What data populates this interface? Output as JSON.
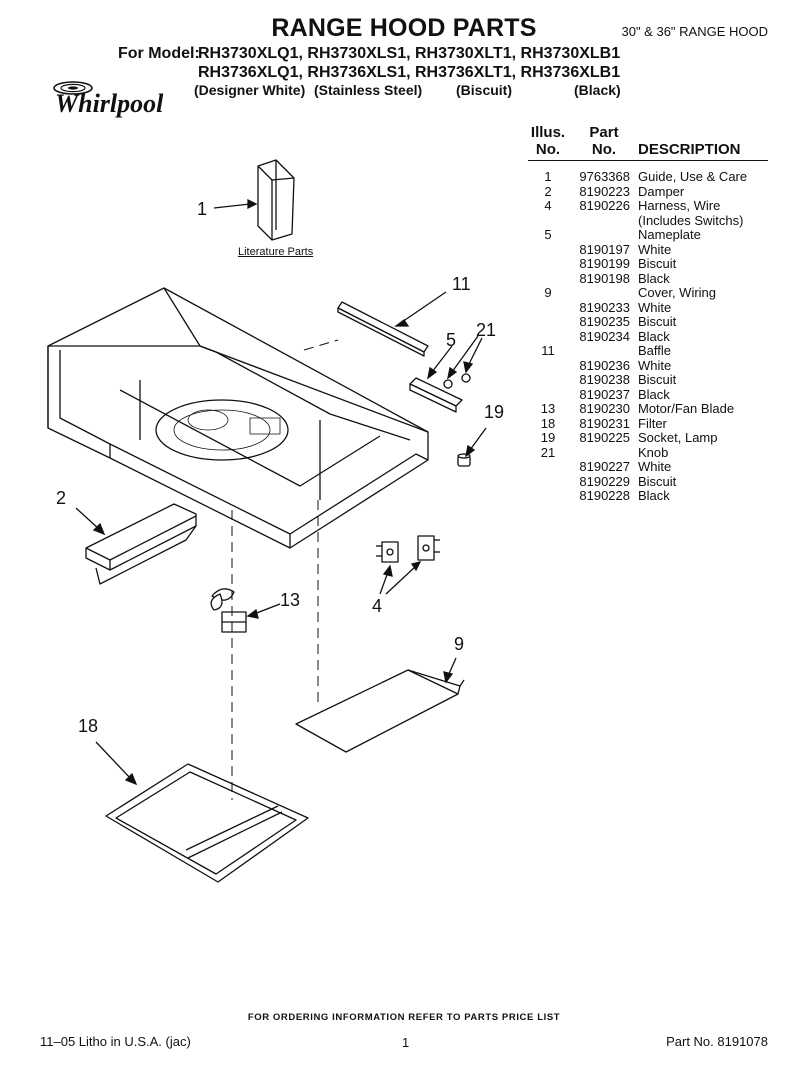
{
  "header": {
    "title": "RANGE HOOD PARTS",
    "subtitle": "30\" & 36\" RANGE HOOD",
    "for_model_label": "For Model:",
    "model_line_1": "RH3730XLQ1, RH3730XLS1, RH3730XLT1, RH3730XLB1",
    "model_line_2": "RH3736XLQ1, RH3736XLS1, RH3736XLT1, RH3736XLB1",
    "finishes": [
      "(Designer White)",
      "(Stainless Steel)",
      "(Biscuit)",
      "(Black)"
    ],
    "brand": "Whirlpool"
  },
  "parts_table": {
    "headers": {
      "illus_line1": "Illus.",
      "illus_line2": "No.",
      "part_line1": "Part",
      "part_line2": "No.",
      "description": "DESCRIPTION"
    },
    "rows": [
      {
        "illus": "1",
        "part": "9763368",
        "desc": "Guide, Use & Care"
      },
      {
        "illus": "2",
        "part": "8190223",
        "desc": "Damper"
      },
      {
        "illus": "4",
        "part": "8190226",
        "desc": "Harness, Wire"
      },
      {
        "illus": "",
        "part": "",
        "desc": "(Includes Switchs)"
      },
      {
        "illus": "5",
        "part": "",
        "desc": "Nameplate"
      },
      {
        "illus": "",
        "part": "8190197",
        "desc": "White"
      },
      {
        "illus": "",
        "part": "8190199",
        "desc": "Biscuit"
      },
      {
        "illus": "",
        "part": "8190198",
        "desc": "Black"
      },
      {
        "illus": "9",
        "part": "",
        "desc": "Cover, Wiring"
      },
      {
        "illus": "",
        "part": "8190233",
        "desc": "White"
      },
      {
        "illus": "",
        "part": "8190235",
        "desc": "Biscuit"
      },
      {
        "illus": "",
        "part": "8190234",
        "desc": "Black"
      },
      {
        "illus": "11",
        "part": "",
        "desc": "Baffle"
      },
      {
        "illus": "",
        "part": "8190236",
        "desc": "White"
      },
      {
        "illus": "",
        "part": "8190238",
        "desc": "Biscuit"
      },
      {
        "illus": "",
        "part": "8190237",
        "desc": "Black"
      },
      {
        "illus": "13",
        "part": "8190230",
        "desc": "Motor/Fan Blade"
      },
      {
        "illus": "18",
        "part": "8190231",
        "desc": "Filter"
      },
      {
        "illus": "19",
        "part": "8190225",
        "desc": "Socket, Lamp"
      },
      {
        "illus": "21",
        "part": "",
        "desc": "Knob"
      },
      {
        "illus": "",
        "part": "8190227",
        "desc": "White"
      },
      {
        "illus": "",
        "part": "8190229",
        "desc": "Biscuit"
      },
      {
        "illus": "",
        "part": "8190228",
        "desc": "Black"
      }
    ]
  },
  "diagram": {
    "literature_label": "Literature Parts",
    "callouts": {
      "c1": "1",
      "c2": "2",
      "c4": "4",
      "c5": "5",
      "c9": "9",
      "c11": "11",
      "c13": "13",
      "c18": "18",
      "c19": "19",
      "c21": "21"
    }
  },
  "footer": {
    "ordering_note": "FOR ORDERING INFORMATION REFER TO PARTS PRICE LIST",
    "litho": "11–05 Litho in U.S.A. (jac)",
    "page": "1",
    "part_no": "Part No. 8191078"
  }
}
